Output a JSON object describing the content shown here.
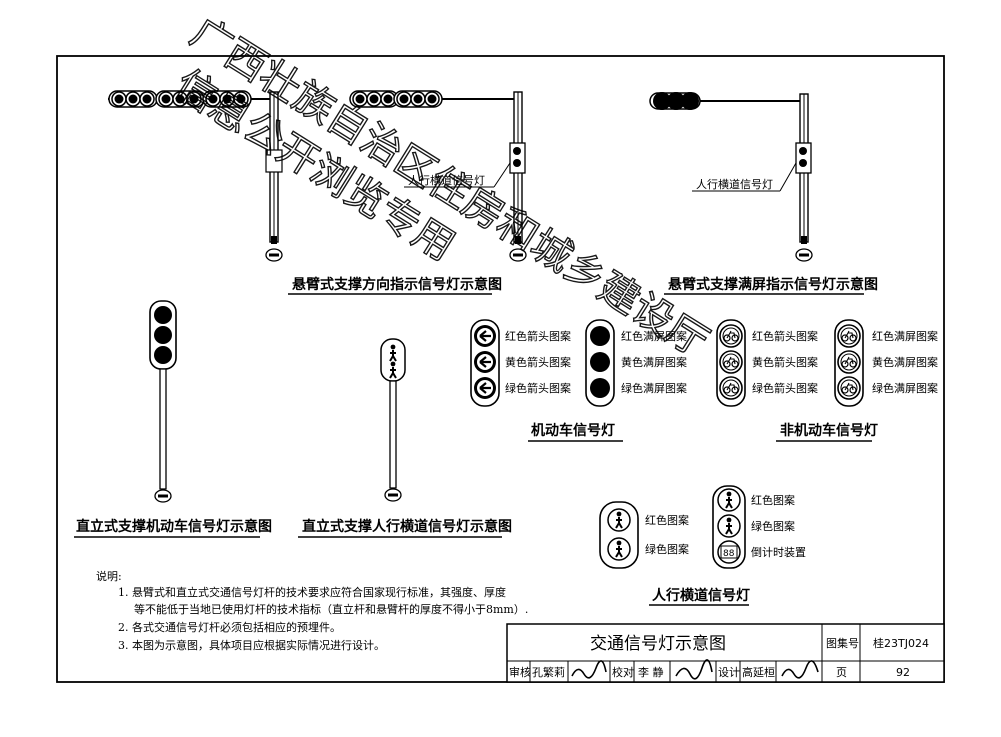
{
  "captions": {
    "cantilever_direction": "悬臂式支撑方向指示信号灯示意图",
    "cantilever_full": "悬臂式支撑满屏指示信号灯示意图",
    "upright_motor": "直立式支撑机动车信号灯示意图",
    "upright_ped": "直立式支撑人行横道信号灯示意图",
    "motor_signal": "机动车信号灯",
    "nonmotor_signal": "非机动车信号灯",
    "ped_signal": "人行横道信号灯"
  },
  "callouts": {
    "ped_light_1": "人行横道信号灯",
    "ped_light_2": "人行横道信号灯"
  },
  "legend_motor": {
    "arrow": [
      "红色箭头图案",
      "黄色箭头图案",
      "绿色箭头图案"
    ],
    "full": [
      "红色满屏图案",
      "黄色满屏图案",
      "绿色满屏图案"
    ]
  },
  "legend_nonmotor": {
    "arrow": [
      "红色箭头图案",
      "黄色箭头图案",
      "绿色箭头图案"
    ],
    "full": [
      "红色满屏图案",
      "黄色满屏图案",
      "绿色满屏图案"
    ]
  },
  "legend_ped": {
    "two": [
      "红色图案",
      "绿色图案"
    ],
    "three": [
      "红色图案",
      "绿色图案",
      "倒计时装置"
    ]
  },
  "countdown_glyph": "88",
  "notes": {
    "heading": "说明:",
    "items": [
      "1. 悬臂式和直立式交通信号灯杆的技术要求应符合国家现行标准，其强度、厚度",
      "等不能低于当地已使用灯杆的技术指标（直立杆和悬臂杆的厚度不得小于8mm）.",
      "2. 各式交通信号灯杆必须包括相应的预埋件。",
      "3. 本图为示意图，具体项目应根据实际情况进行设计。"
    ]
  },
  "title_block": {
    "title": "交通信号灯示意图",
    "atlas_label": "图集号",
    "atlas_no": "桂23TJ024",
    "review_label": "审核",
    "reviewer": "孔繁莉",
    "check_label": "校对",
    "checker": "李 静",
    "design_label": "设计",
    "designer": "高延桓",
    "page_label": "页",
    "page_no": "92"
  },
  "watermark": {
    "line1": "广西壮族自治区住房和城乡建设厅",
    "line2": "信息公开浏览专用"
  }
}
